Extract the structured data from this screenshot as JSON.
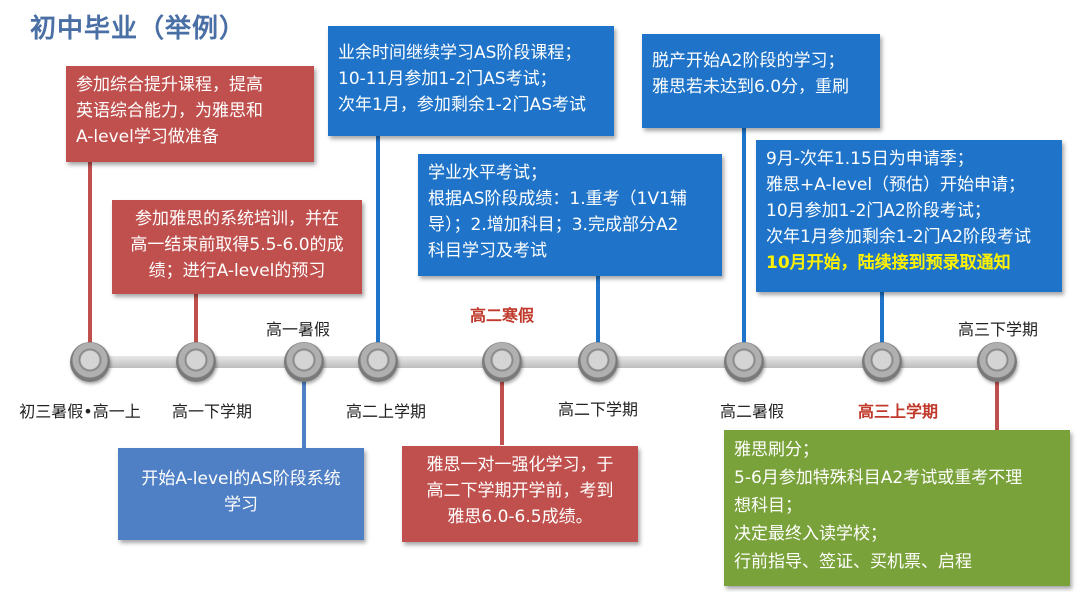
{
  "title": "初中毕业（举例）",
  "points": [
    {
      "label": "初三暑假•高一上",
      "emphasis": false
    },
    {
      "label": "高一下学期",
      "emphasis": false
    },
    {
      "label": "高一暑假",
      "emphasis": false
    },
    {
      "label": "高二上学期",
      "emphasis": false
    },
    {
      "label": "高二寒假",
      "emphasis": true
    },
    {
      "label": "高二下学期",
      "emphasis": false
    },
    {
      "label": "高二暑假",
      "emphasis": false
    },
    {
      "label": "高三上学期",
      "emphasis": true
    },
    {
      "label": "高三下学期",
      "emphasis": false
    }
  ],
  "boxes": {
    "b1": {
      "lines": [
        "参加综合提升课程，提高",
        "英语综合能力，为雅思和",
        "A-level学习做准备"
      ]
    },
    "b2": {
      "lines": [
        "参加雅思的系统培训，并在",
        "高一结束前取得5.5-6.0的成",
        "绩；进行A-level的预习"
      ]
    },
    "b3": {
      "lines": [
        "开始A-level的AS阶段系统",
        "学习"
      ]
    },
    "b4": {
      "lines": [
        "业余时间继续学习AS阶段课程；",
        "10-11月参加1-2门AS考试；",
        "次年1月，参加剩余1-2门AS考试"
      ]
    },
    "b5": {
      "lines": [
        "雅思一对一强化学习，于",
        "高二下学期开学前，考到",
        "雅思6.0-6.5成绩。"
      ]
    },
    "b6": {
      "lines": [
        "学业水平考试；",
        "根据AS阶段成绩：1.重考（1V1辅",
        "导）；2.增加科目；3.完成部分A2",
        "科目学习及考试"
      ]
    },
    "b7": {
      "lines": [
        "脱产开始A2阶段的学习；",
        "雅思若未达到6.0分，重刷"
      ]
    },
    "b8": {
      "lines": [
        "9月-次年1.15日为申请季；",
        "雅思+A-level（预估）开始申请；",
        "10月参加1-2门A2阶段考试；",
        "次年1月参加剩余1-2门A2阶段考试"
      ],
      "highlight": "10月开始，陆续接到预录取通知"
    },
    "b9": {
      "lines": [
        "雅思刷分；",
        "5-6月参加特殊科目A2考试或重考不理",
        "想科目；",
        "决定最终入读学校；",
        "行前指导、签证、买机票、启程"
      ]
    }
  }
}
